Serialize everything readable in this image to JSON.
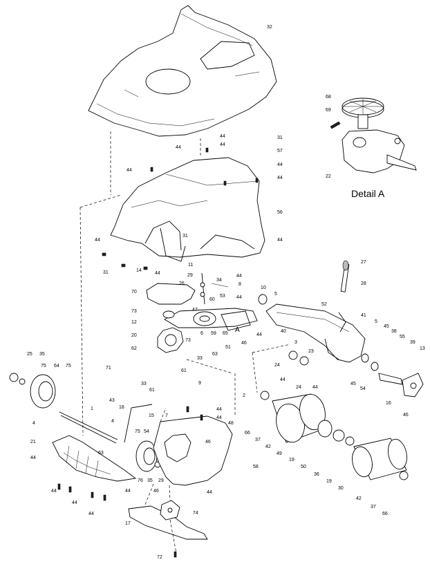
{
  "detail": {
    "title": "Detail A",
    "marker": "A"
  },
  "labels": {
    "32": "32",
    "31": "31",
    "57": "57",
    "44": "44",
    "56": "56",
    "22": "22",
    "68": "68",
    "69": "69",
    "11": "11",
    "29": "29",
    "34": "34",
    "26": "26",
    "8": "8",
    "10": "10",
    "5": "5",
    "60": "60",
    "53": "53",
    "70": "70",
    "14": "14",
    "47": "47",
    "73": "73",
    "12": "12",
    "20": "20",
    "62": "62",
    "6": "6",
    "59": "59",
    "65": "65",
    "46": "46",
    "51": "51",
    "52": "52",
    "41": "41",
    "27": "27",
    "28": "28",
    "45": "45",
    "38": "38",
    "55": "55",
    "39": "39",
    "13": "13",
    "40": "40",
    "3": "3",
    "23": "23",
    "24": "24",
    "54": "54",
    "16": "16",
    "71": "71",
    "33": "33",
    "63": "63",
    "61": "61",
    "9": "9",
    "25": "25",
    "35": "35",
    "75": "75",
    "64": "64",
    "43": "43",
    "18": "18",
    "1": "1",
    "4": "4",
    "7": "7",
    "15": "15",
    "48": "48",
    "2": "2",
    "66": "66",
    "37": "37",
    "42": "42",
    "49": "49",
    "19": "19",
    "50": "50",
    "58": "58",
    "36": "36",
    "30": "30",
    "21": "21",
    "76": "76",
    "17": "17",
    "74": "74",
    "72": "72"
  }
}
